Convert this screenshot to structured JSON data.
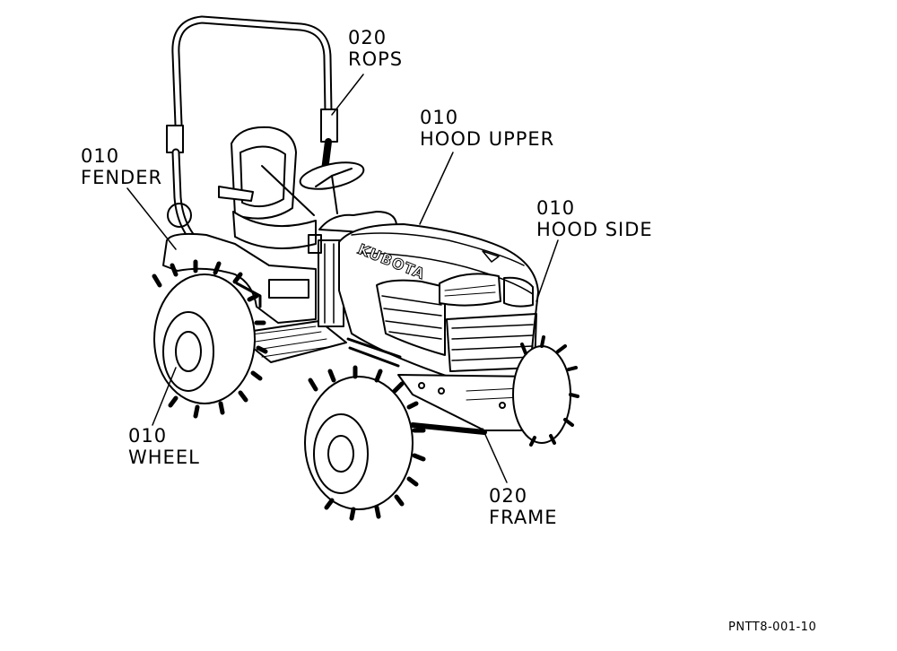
{
  "callouts": {
    "rops": {
      "code": "020",
      "name": "ROPS"
    },
    "hood_upper": {
      "code": "010",
      "name": "HOOD UPPER"
    },
    "fender": {
      "code": "010",
      "name": "FENDER"
    },
    "hood_side": {
      "code": "010",
      "name": "HOOD SIDE"
    },
    "wheel": {
      "code": "010",
      "name": "WHEEL"
    },
    "frame": {
      "code": "020",
      "name": "FRAME"
    }
  },
  "hood_brand": "KUBOTA",
  "figure_id": "PNTT8-001-10"
}
